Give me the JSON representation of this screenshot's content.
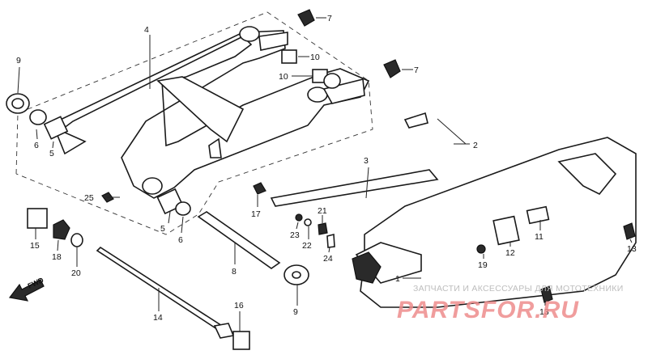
{
  "callouts": {
    "c2": "2",
    "c3": "3",
    "c4": "4",
    "c5a": "5",
    "c5b": "5",
    "c6a": "6",
    "c6b": "6",
    "c7a": "7",
    "c7b": "7",
    "c8": "8",
    "c9a": "9",
    "c9b": "9",
    "c10a": "10",
    "c10b": "10",
    "c11": "11",
    "c12": "12",
    "c13a": "13",
    "c13b": "13",
    "c14": "14",
    "c15": "15",
    "c16": "16",
    "c17": "17",
    "c18": "18",
    "c19": "19",
    "c20": "20",
    "c21": "21",
    "c22": "22",
    "c23": "23",
    "c24": "24",
    "c25": "25",
    "c1": "1"
  },
  "direction": {
    "label": "FWD"
  },
  "watermark": {
    "caption": "ЗАПЧАСТИ И АКСЕССУАРЫ ДЛЯ МОТОТЕХНИКИ",
    "logo_text": "PARTSFOR.RU",
    "logo_color": "#ee8d8d"
  }
}
